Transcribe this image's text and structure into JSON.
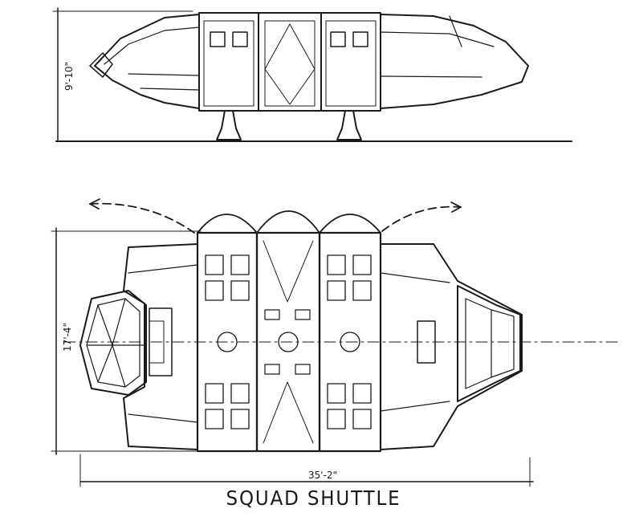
{
  "drawing": {
    "title": "SQUAD SHUTTLE",
    "dimensions": {
      "side_height": "9'-10\"",
      "top_width": "17'-4\"",
      "top_length": "35'-2\""
    }
  }
}
